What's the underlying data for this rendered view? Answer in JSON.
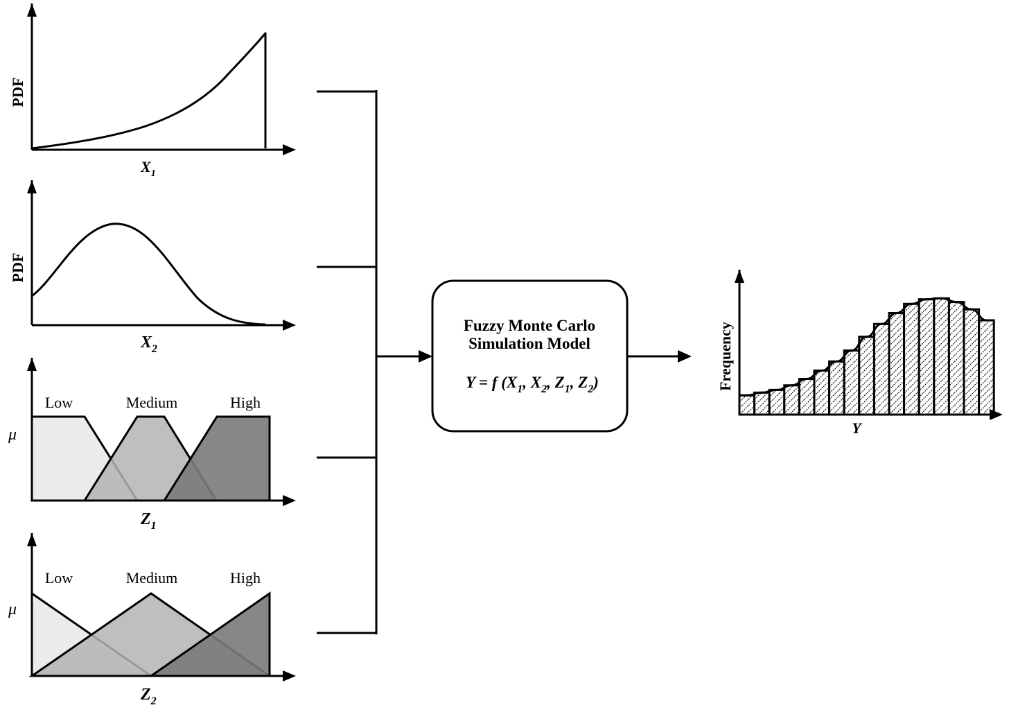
{
  "panel_x1": {
    "y_label": "PDF",
    "x_label": "X",
    "x_sub": "1"
  },
  "panel_x2": {
    "y_label": "PDF",
    "x_label": "X",
    "x_sub": "2"
  },
  "panel_z1": {
    "y_label": "μ",
    "x_label": "Z",
    "x_sub": "1",
    "sets": [
      "Low",
      "Medium",
      "High"
    ]
  },
  "panel_z2": {
    "y_label": "μ",
    "x_label": "Z",
    "x_sub": "2",
    "sets": [
      "Low",
      "Medium",
      "High"
    ]
  },
  "model": {
    "title_line1": "Fuzzy Monte Carlo",
    "title_line2": "Simulation Model",
    "eq_start": "Y = f (X",
    "eq_sub1": "1",
    "eq_sep1": ", X",
    "eq_sub2": "2",
    "eq_sep2": ", Z",
    "eq_sub3": "1",
    "eq_sep3": ", Z",
    "eq_sub4": "2",
    "eq_end": ")"
  },
  "output": {
    "y_label": "Frequency",
    "x_label": "Y"
  },
  "fill_colors": {
    "low": "#ebebeb",
    "medium": "#b4b4b4",
    "high": "#7a7a7a"
  },
  "chart_data": {
    "type": "bar",
    "ylabel": "Frequency",
    "xlabel": "Y",
    "values": [
      21,
      24,
      27,
      32,
      39,
      48,
      58,
      70,
      85,
      99,
      111,
      121,
      126,
      127,
      123,
      115,
      103
    ]
  }
}
